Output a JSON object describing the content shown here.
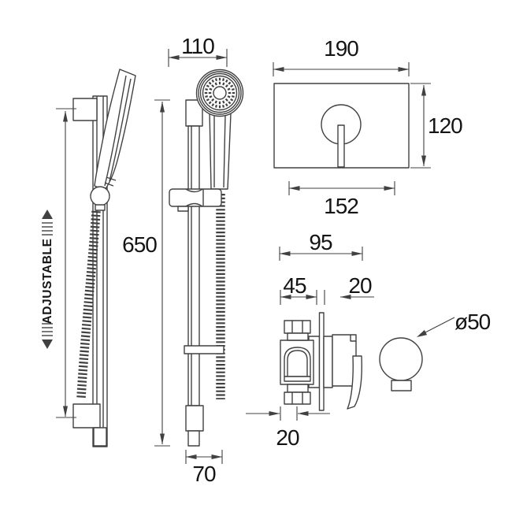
{
  "views": {
    "rail_side": {
      "adjustable_label": "ADJUSTABLE"
    },
    "rail_front": {
      "hand_shower_width": "110",
      "rail_height": "650",
      "bottom_width": "70"
    },
    "valve_plate_front": {
      "plate_width": "190",
      "plate_height": "120",
      "fixing_centres": "152"
    },
    "valve_side": {
      "total_depth": "95",
      "rear_depth": "45",
      "front_depth": "20",
      "inlet_depth": "20"
    },
    "control_knob": {
      "diameter_label": "ø50"
    }
  },
  "colors": {
    "line": "#414141",
    "text": "#141414",
    "background": "#ffffff"
  }
}
